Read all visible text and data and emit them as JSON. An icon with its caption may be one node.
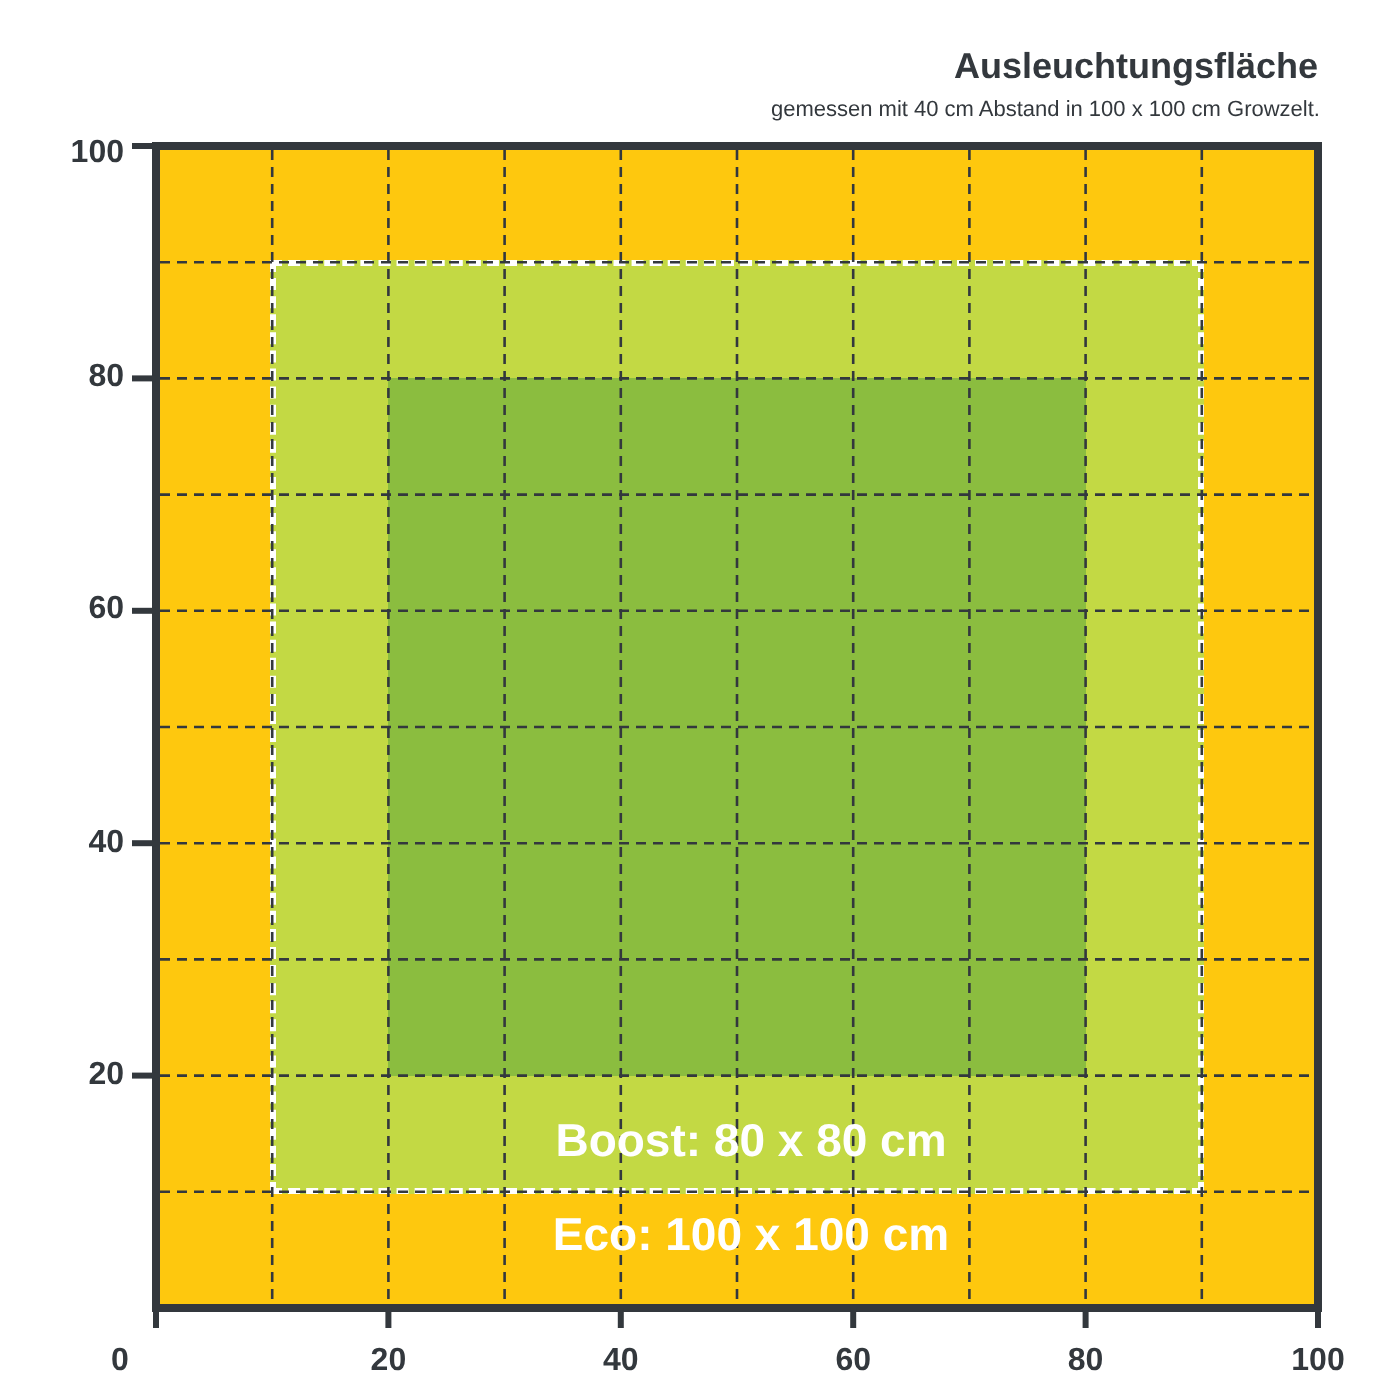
{
  "diagram": {
    "title": "Ausleuchtungsfläche",
    "nodes": [
      {
        "text": [
          "Eco: 100 x 100 cm"
        ]
      },
      {
        "text": [
          "Boost: 80 x 80 cm"
        ],
        "in": 0
      },
      {
        "text": [],
        "shape": "box",
        "in": 1
      }
    ],
    "labels": [
      "gemessen mit 40 cm Abstand in 100 x 100 cm Growzelt.",
      "100",
      "80",
      "60",
      "40",
      "20",
      "0",
      "20",
      "40",
      "60",
      "80",
      "100"
    ]
  }
}
